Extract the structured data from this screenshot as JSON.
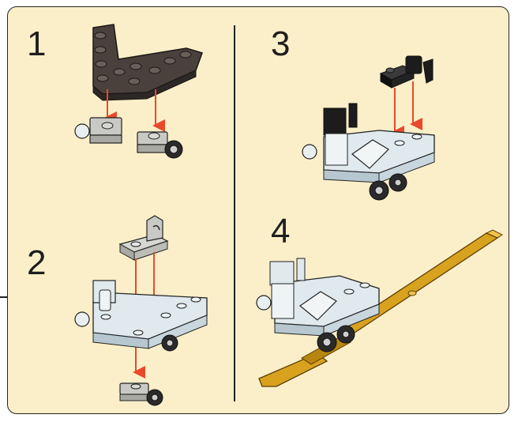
{
  "steps": [
    {
      "number": "1"
    },
    {
      "number": "2"
    },
    {
      "number": "3"
    },
    {
      "number": "4"
    }
  ],
  "colors": {
    "background": "#fbefc9",
    "arrow": "#e8492b",
    "dark_brick": "#4a413d",
    "black_brick": "#1c1c1c",
    "light_brick": "#dfe9ee",
    "grey_brick": "#c9c9c5",
    "gold_brick": "#d9a21e"
  }
}
